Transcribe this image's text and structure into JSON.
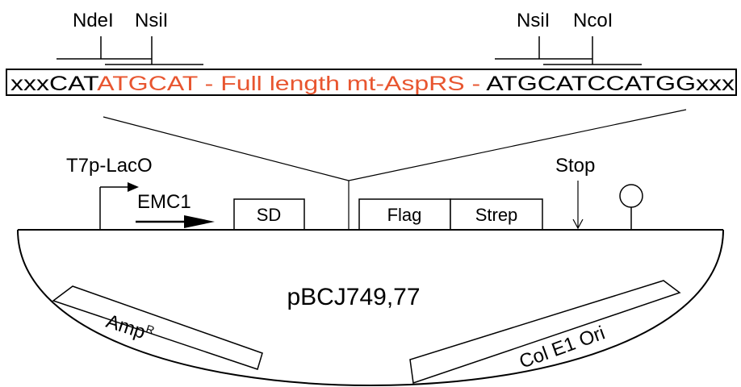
{
  "colors": {
    "ink": "#000000",
    "insert": "#e8552f",
    "background": "#ffffff"
  },
  "restriction_sites": {
    "left": [
      "NdeI",
      "NsiI"
    ],
    "right": [
      "NsiI",
      "NcoI"
    ]
  },
  "sequence": {
    "prefix": "xxxCAT",
    "insert": "ATGCAT - Full length mt-AspRS -",
    "suffix": " ATGCATCCATGGxxx"
  },
  "features": {
    "promoter": "T7p-LacO",
    "emc": "EMC1",
    "sd": "SD",
    "flag": "Flag",
    "strep": "Strep",
    "stop": "Stop",
    "terminator_icon": "terminator-hairpin-icon"
  },
  "plasmid": {
    "name": "pBCJ749,77",
    "amp_base": "Amp",
    "amp_sup": "R",
    "ori": "Col E1 Ori"
  }
}
